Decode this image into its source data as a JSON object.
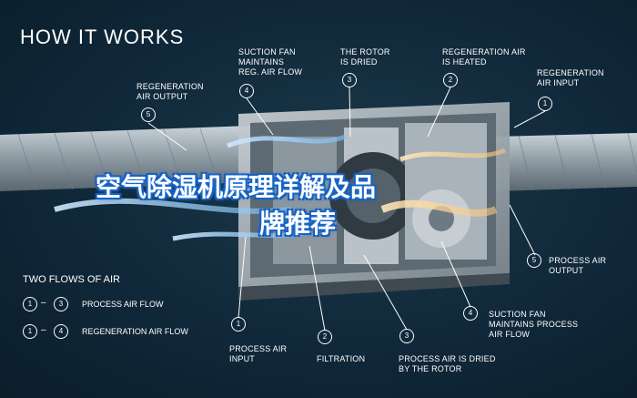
{
  "title": "HOW IT WORKS",
  "overlay_text": {
    "line1": "空气除湿机原理详解及品",
    "line2": "牌推荐"
  },
  "top_callouts": [
    {
      "number": "5",
      "lines": [
        "REGENERATION",
        "AIR OUTPUT"
      ]
    },
    {
      "number": "4",
      "lines": [
        "SUCTION FAN",
        "MAINTAINS",
        "REG. AIR FLOW"
      ]
    },
    {
      "number": "3",
      "lines": [
        "THE ROTOR",
        "IS DRIED"
      ]
    },
    {
      "number": "2",
      "lines": [
        "REGENERATION AIR",
        "IS HEATED"
      ]
    },
    {
      "number": "1",
      "lines": [
        "REGENERATION",
        "AIR INPUT"
      ]
    }
  ],
  "bottom_callouts": [
    {
      "number": "1",
      "lines": [
        "PROCESS AIR",
        "INPUT"
      ]
    },
    {
      "number": "2",
      "lines": [
        "FILTRATION"
      ]
    },
    {
      "number": "3",
      "lines": [
        "PROCESS AIR IS DRIED",
        "BY THE ROTOR"
      ]
    },
    {
      "number": "4",
      "lines": [
        "SUCTION FAN",
        "MAINTAINS PROCESS",
        "AIR FLOW"
      ]
    },
    {
      "number": "5",
      "lines": [
        "PROCESS AIR",
        "OUTPUT"
      ]
    }
  ],
  "legend": {
    "title": "TWO FLOWS OF AIR",
    "rows": [
      {
        "from": "1",
        "to": "3",
        "label": "PROCESS AIR FLOW"
      },
      {
        "from": "1",
        "to": "4",
        "label": "REGENERATION AIR FLOW"
      }
    ]
  }
}
